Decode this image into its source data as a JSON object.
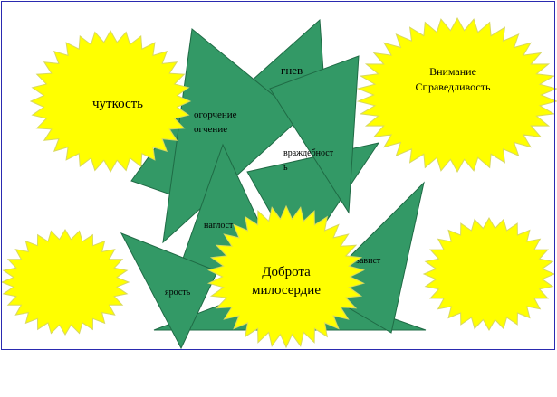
{
  "colors": {
    "sun_fill": "#ffff00",
    "sun_stroke": "#d8d860",
    "triangle_fill": "#339966",
    "triangle_stroke": "#1f6b45",
    "frame": "#2a2ab0"
  },
  "suns": [
    {
      "id": "sun-chutkost",
      "lines": [
        "чуткость"
      ]
    },
    {
      "id": "sun-vnimanie",
      "lines": [
        "Внимание",
        "Справедливость"
      ]
    },
    {
      "id": "sun-left-empty",
      "lines": []
    },
    {
      "id": "sun-right-empty",
      "lines": []
    },
    {
      "id": "sun-dobrota",
      "lines": [
        "Доброта",
        "милосердие"
      ]
    }
  ],
  "triangles": [
    {
      "id": "tri-gnev",
      "lines": [
        "гнев"
      ]
    },
    {
      "id": "tri-ogorchenie",
      "lines": [
        "огорчение",
        "огчение"
      ]
    },
    {
      "id": "tri-vrazhdebnost",
      "lines": [
        "враждебност",
        "ь"
      ]
    },
    {
      "id": "tri-naglost",
      "lines": [
        "наглост"
      ]
    },
    {
      "id": "tri-zavist",
      "lines": [
        "завист"
      ]
    },
    {
      "id": "tri-yarost",
      "lines": [
        "ярость"
      ]
    }
  ]
}
